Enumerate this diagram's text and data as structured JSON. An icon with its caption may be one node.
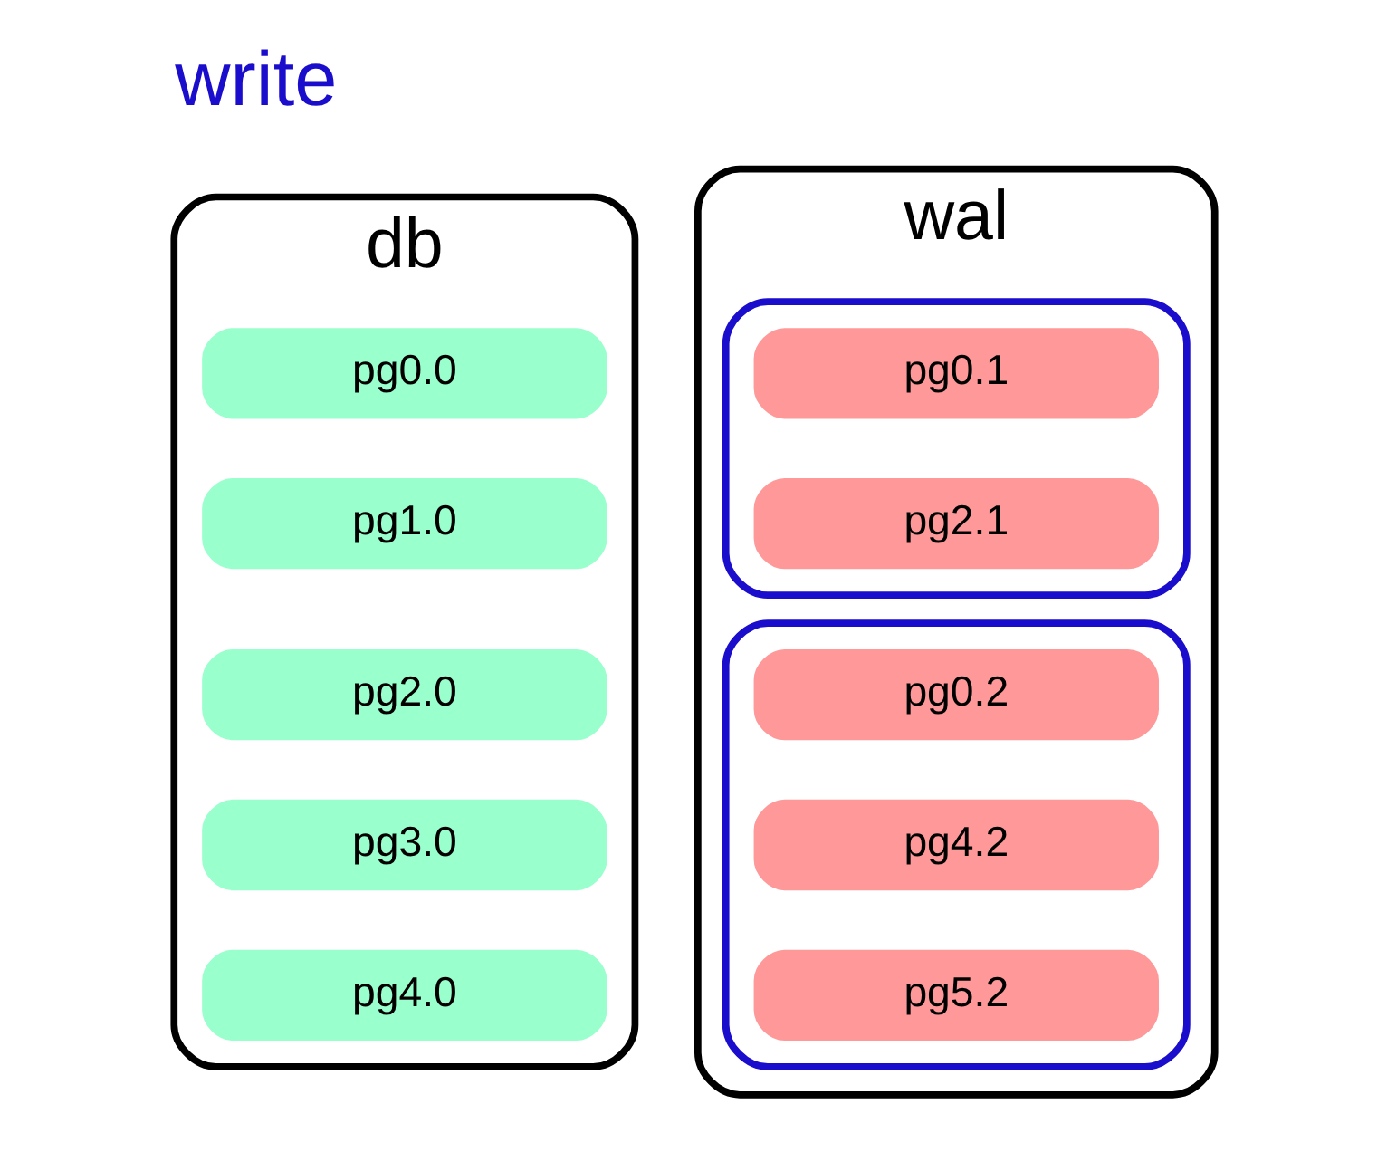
{
  "diagram": {
    "title": "write",
    "nodes": [
      {
        "text": [
          "db"
        ]
      },
      {
        "text": [
          "pg0.0"
        ],
        "in": 0
      },
      {
        "text": [
          "pg1.0"
        ],
        "in": 0
      },
      {
        "text": [
          "pg2.0"
        ],
        "in": 0
      },
      {
        "text": [
          "pg3.0"
        ],
        "in": 0
      },
      {
        "text": [
          "pg4.0"
        ],
        "in": 0
      },
      {
        "text": [
          "wal"
        ]
      },
      {
        "text": [],
        "shape": "box",
        "in": 6
      },
      {
        "text": [
          "pg0.1"
        ],
        "in": 7
      },
      {
        "text": [
          "pg2.1"
        ],
        "in": 7
      },
      {
        "text": [],
        "shape": "box",
        "in": 6
      },
      {
        "text": [
          "pg0.2"
        ],
        "in": 10
      },
      {
        "text": [
          "pg4.2"
        ],
        "in": 10
      },
      {
        "text": [
          "pg5.2"
        ],
        "in": 10
      }
    ]
  }
}
